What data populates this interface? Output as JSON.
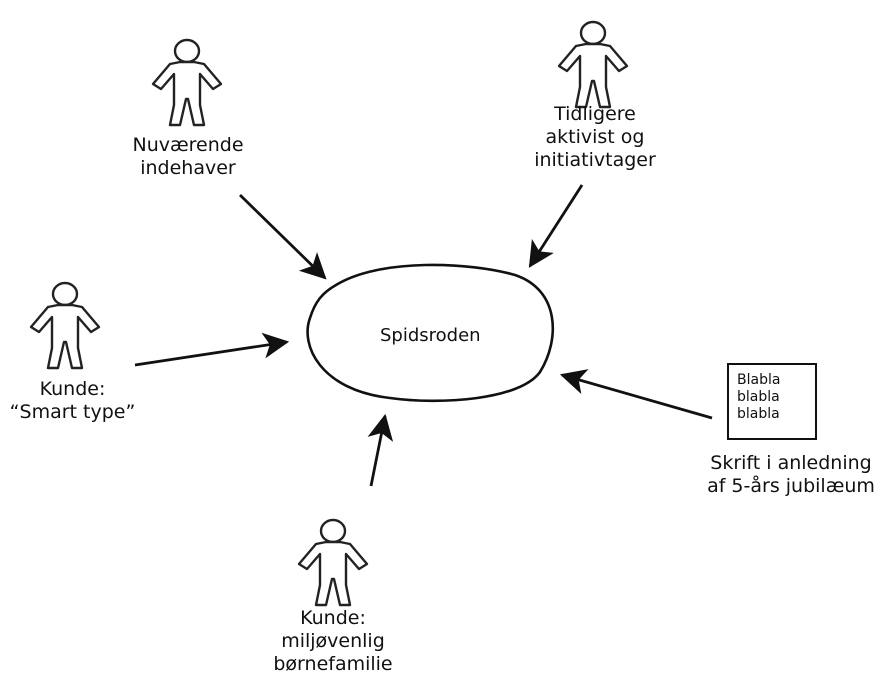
{
  "center": {
    "label": "Spidsroden"
  },
  "actors": [
    {
      "id": "owner",
      "lines": [
        "Nuværende",
        "indehaver"
      ]
    },
    {
      "id": "activist",
      "lines": [
        "Tidligere",
        "aktivist og",
        "initiativtager"
      ]
    },
    {
      "id": "smart",
      "lines": [
        "Kunde:",
        "“Smart type”"
      ]
    },
    {
      "id": "family",
      "lines": [
        "Kunde:",
        "miljøvenlig",
        "børnefamilie"
      ]
    }
  ],
  "document": {
    "lines": [
      "Blabla",
      "blabla",
      "blabla"
    ],
    "caption": [
      "Skrift i anledning",
      "af 5-års jubilæum"
    ]
  }
}
